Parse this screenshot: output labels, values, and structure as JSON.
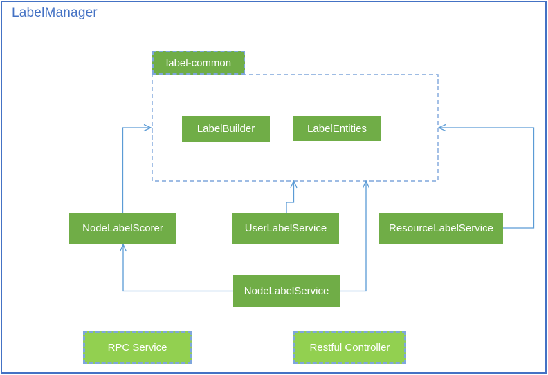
{
  "title": "LabelManager",
  "colors": {
    "box_green": "#70AD47",
    "light_green": "#92D050",
    "connector_blue": "#5B9BD5",
    "dash_blue": "#7EA6DC",
    "frame_blue": "#4472C4",
    "title_blue": "#4472C4",
    "text_white": "#FFFFFF"
  },
  "label_common": {
    "label": "label-common"
  },
  "nodes": {
    "label_builder": {
      "label": "LabelBuilder"
    },
    "label_entities": {
      "label": "LabelEntities"
    },
    "node_label_scorer": {
      "label": "NodeLabelScorer"
    },
    "user_label_service": {
      "label": "UserLabelService"
    },
    "resource_label_service": {
      "label": "ResourceLabelService"
    },
    "node_label_service": {
      "label": "NodeLabelService"
    },
    "rpc_service": {
      "label": "RPC Service"
    },
    "restful_controller": {
      "label": "Restful Controller"
    }
  },
  "connections": [
    {
      "from": "NodeLabelScorer",
      "to": "label-common",
      "side": "left"
    },
    {
      "from": "UserLabelService",
      "to": "label-common",
      "side": "bottom"
    },
    {
      "from": "NodeLabelService",
      "to": "NodeLabelScorer",
      "side": "bottom"
    },
    {
      "from": "NodeLabelService",
      "to": "label-common",
      "side": "bottom"
    },
    {
      "from": "ResourceLabelService",
      "to": "label-common",
      "side": "right"
    }
  ]
}
